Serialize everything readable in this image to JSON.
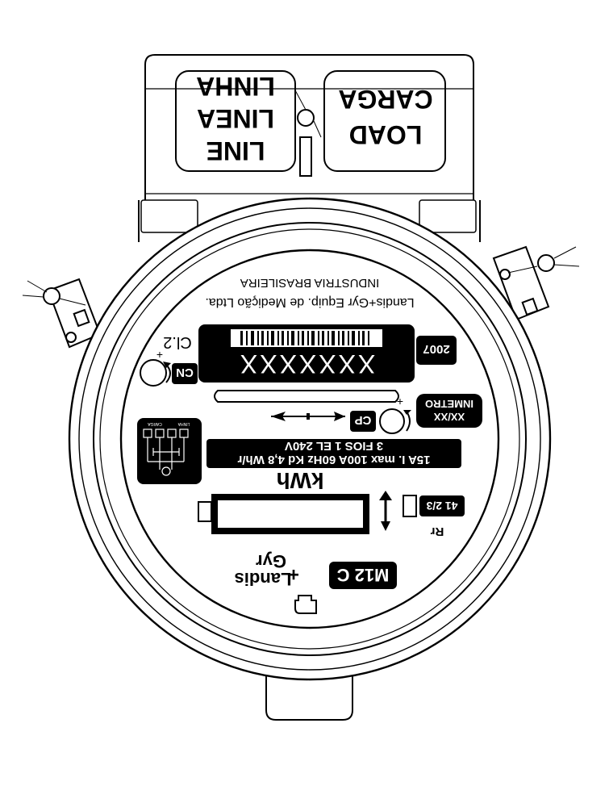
{
  "terminal_block": {
    "line_labels": [
      "LINE",
      "LINEA",
      "LINHA"
    ],
    "load_labels": [
      "LOAD",
      "CARGA"
    ]
  },
  "nameplate": {
    "maker_line": "Landis+Gyr Equip. de Medição Ltda.",
    "origin_line": "INDUSTRIA BRASILEIRA",
    "accuracy_class": "Cl.2",
    "serial_number": "XXXXXXX",
    "year": "2007",
    "cn_label": "CN",
    "cp_label": "CP",
    "inmetro_label": "INMETRO",
    "inmetro_code": "XX/XX",
    "rating_line1": "15A I. max 100A 60Hz Kd 4,8 Wh/r",
    "rating_line2": "3 FIOS 1 EL 240V",
    "unit_label": "kWh",
    "rr_label": "Rr",
    "rr_value": "41 2/3",
    "brand_line1": "Landis",
    "brand_line2": "Gyr",
    "brand_plus": "+",
    "model": "M12 C",
    "plus_sign": "+",
    "diagram_caption_left": "LINHA",
    "diagram_caption_right": "CARGA"
  },
  "colors": {
    "ink": "#000000",
    "paper": "#ffffff"
  }
}
